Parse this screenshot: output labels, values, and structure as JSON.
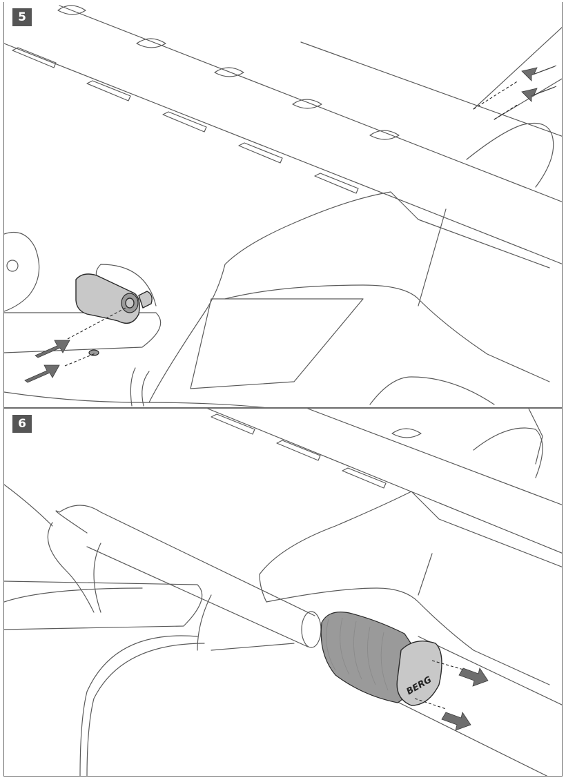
{
  "steps": [
    {
      "number": "5"
    },
    {
      "number": "6"
    }
  ],
  "grip_logo": "BERG",
  "colors": {
    "badge_background": "#555555",
    "badge_text": "#ffffff",
    "line_art": "#5a5a5a",
    "part_fill": "#c8c8c8",
    "arrow_fill": "#6e6e6e"
  },
  "icons": {
    "insert_arrows": "arrow-right-icon",
    "remove_arrows": "arrow-right-icon"
  }
}
